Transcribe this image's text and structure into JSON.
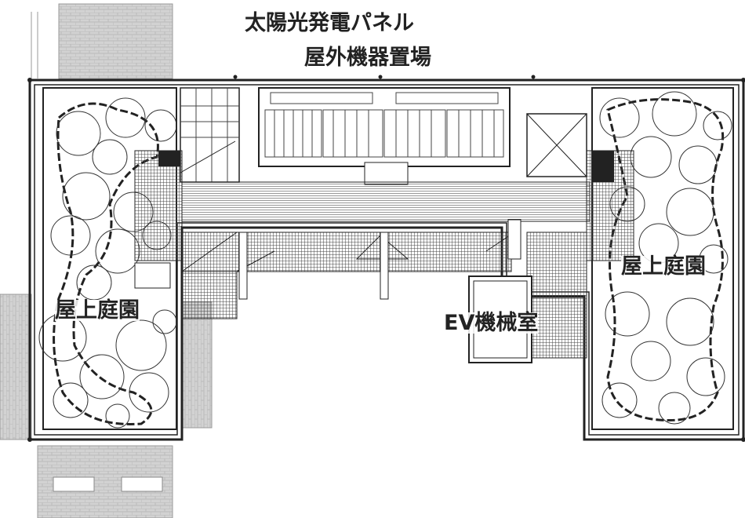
{
  "labels": {
    "solar_panel": "太陽光発電パネル",
    "outdoor_equipment": "屋外機器置場",
    "roof_garden_left": "屋上庭園",
    "roof_garden_right": "屋上庭園",
    "ev_room": "EV機械室"
  },
  "colors": {
    "line": "#222222",
    "hatch": "#555555",
    "paving": "#cccccc"
  }
}
